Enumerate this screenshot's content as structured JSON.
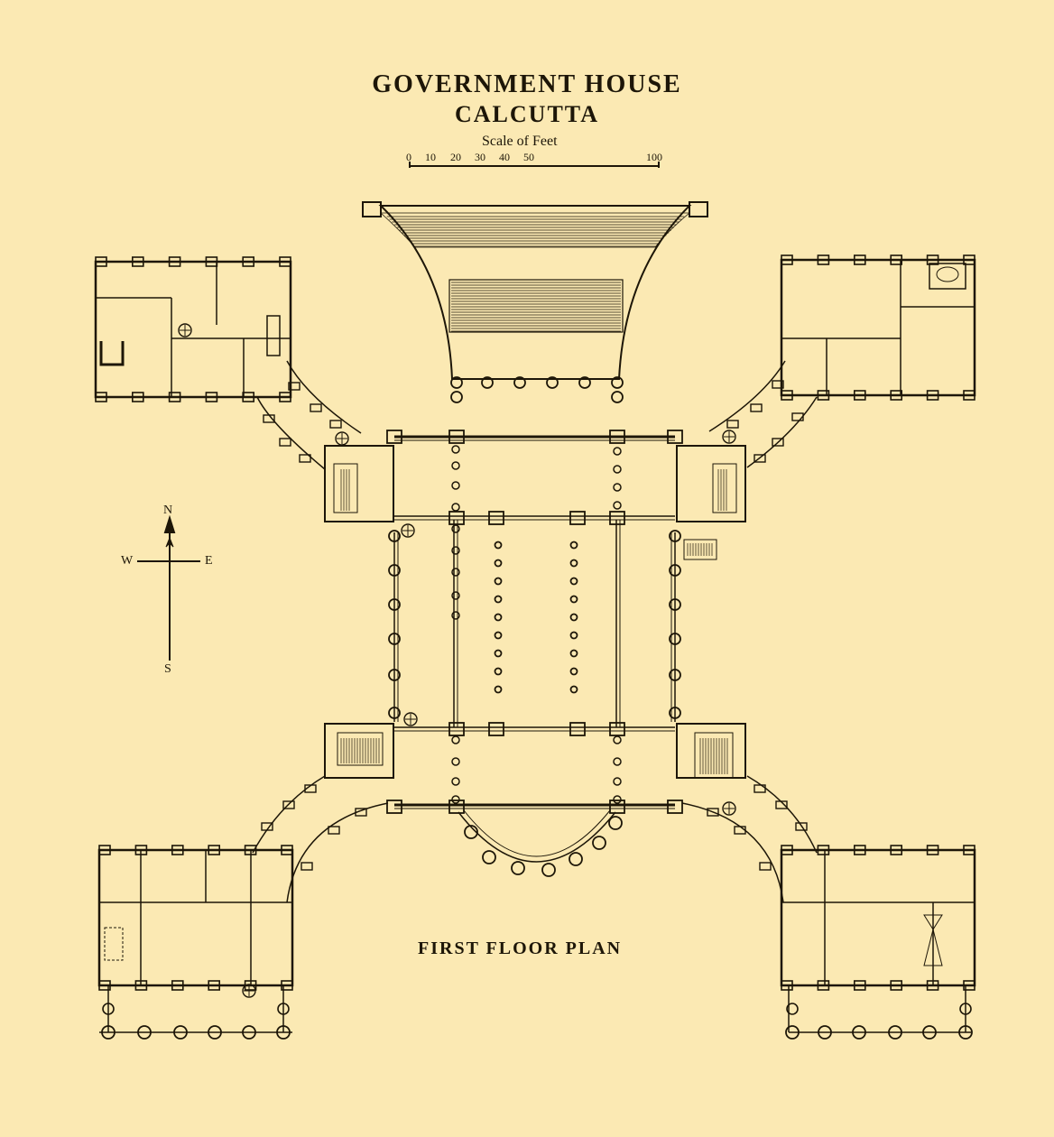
{
  "title": {
    "line1": "GOVERNMENT HOUSE",
    "line2": "CALCUTTA"
  },
  "scale": {
    "label": "Scale of Feet",
    "ticks": [
      "0",
      "10",
      "20",
      "30",
      "40",
      "50",
      "100"
    ]
  },
  "plan_label": "FIRST FLOOR PLAN",
  "compass": {
    "n": "N",
    "s": "S",
    "e": "E",
    "w": "W"
  },
  "colors": {
    "paper": "#fbe9b3",
    "ink": "#1d1608"
  }
}
